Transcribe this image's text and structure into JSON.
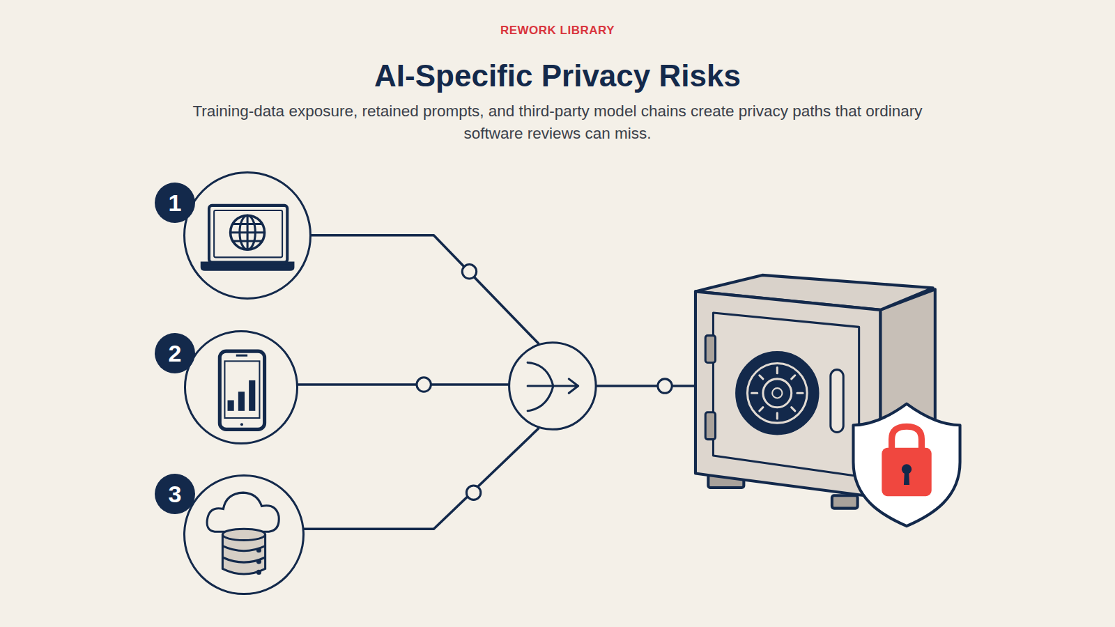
{
  "diagram": {
    "title": "AI-Specific Privacy Risks",
    "caption": "Training-data exposure, retained prompts, and third-party model chains create privacy paths that ordinary software reviews can miss.",
    "nodes": [
      {
        "text": [
          "1"
        ]
      },
      {
        "text": [
          "2"
        ]
      },
      {
        "text": [
          "3"
        ]
      }
    ],
    "labels": [
      "REWORK LIBRARY"
    ]
  }
}
